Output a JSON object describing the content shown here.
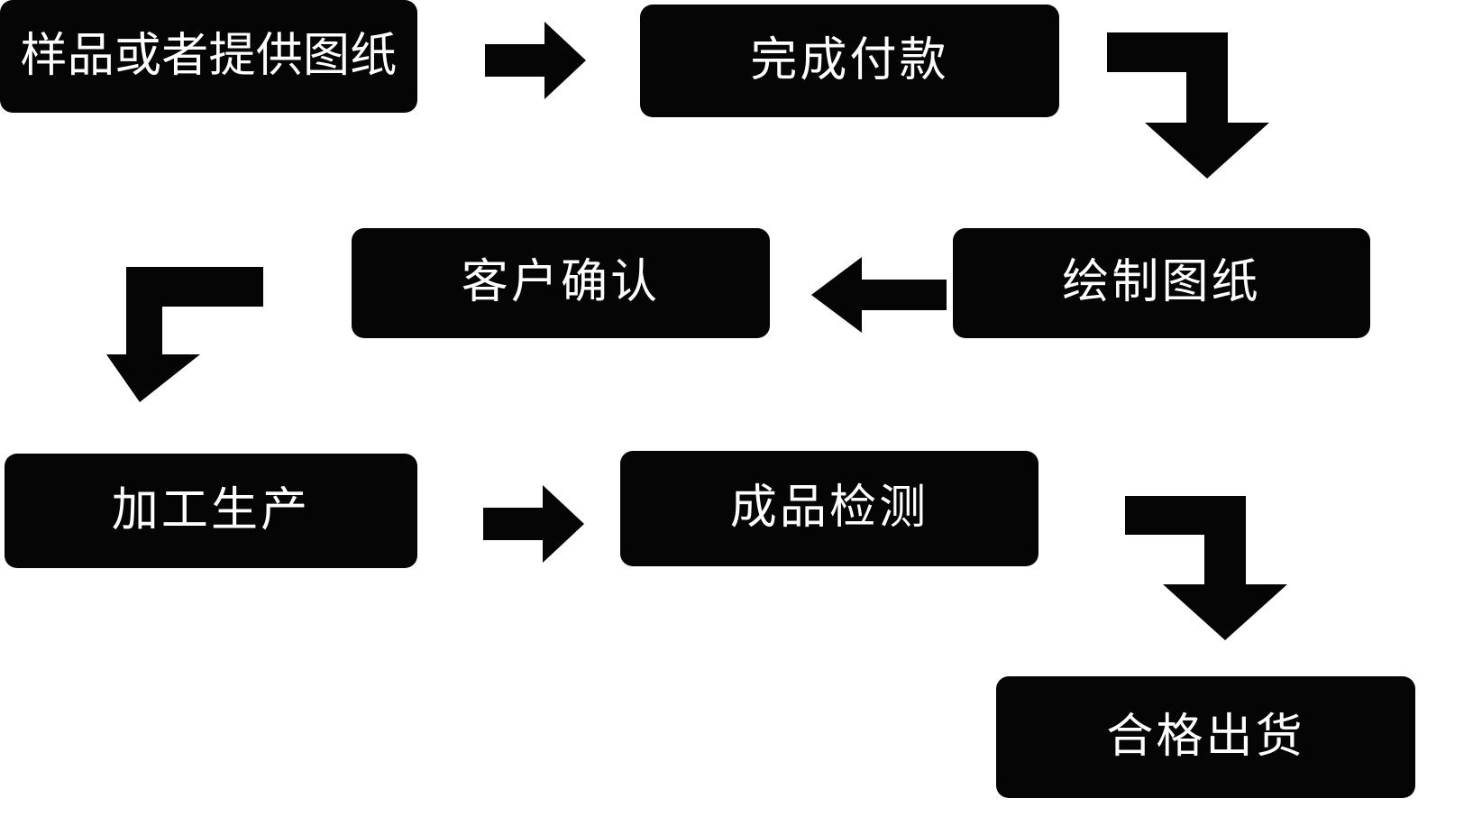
{
  "diagram": {
    "title": "",
    "background_color": "#ffffff",
    "node_fill_color": "#050505",
    "node_text_color": "#ffffff",
    "arrow_color": "#050505",
    "nodes": [
      {
        "id": "n1",
        "label": "样品或者提供图纸",
        "step": 1
      },
      {
        "id": "n2",
        "label": "完成付款",
        "step": 2
      },
      {
        "id": "n3",
        "label": "绘制图纸",
        "step": 3
      },
      {
        "id": "n4",
        "label": "客户确认",
        "step": 4
      },
      {
        "id": "n5",
        "label": "加工生产",
        "step": 5
      },
      {
        "id": "n6",
        "label": "成品检测",
        "step": 6
      },
      {
        "id": "n7",
        "label": "合格出货",
        "step": 7
      }
    ],
    "connectors": [
      {
        "id": "c1",
        "from": "n1",
        "to": "n2",
        "kind": "arrow-right"
      },
      {
        "id": "c2",
        "from": "n2",
        "to": "n3",
        "kind": "elbow-right-down"
      },
      {
        "id": "c3",
        "from": "n3",
        "to": "n4",
        "kind": "arrow-left"
      },
      {
        "id": "c4",
        "from": "n4",
        "to": "n5",
        "kind": "elbow-left-down"
      },
      {
        "id": "c5",
        "from": "n5",
        "to": "n6",
        "kind": "arrow-right"
      },
      {
        "id": "c6",
        "from": "n6",
        "to": "n7",
        "kind": "elbow-right-down"
      }
    ]
  }
}
